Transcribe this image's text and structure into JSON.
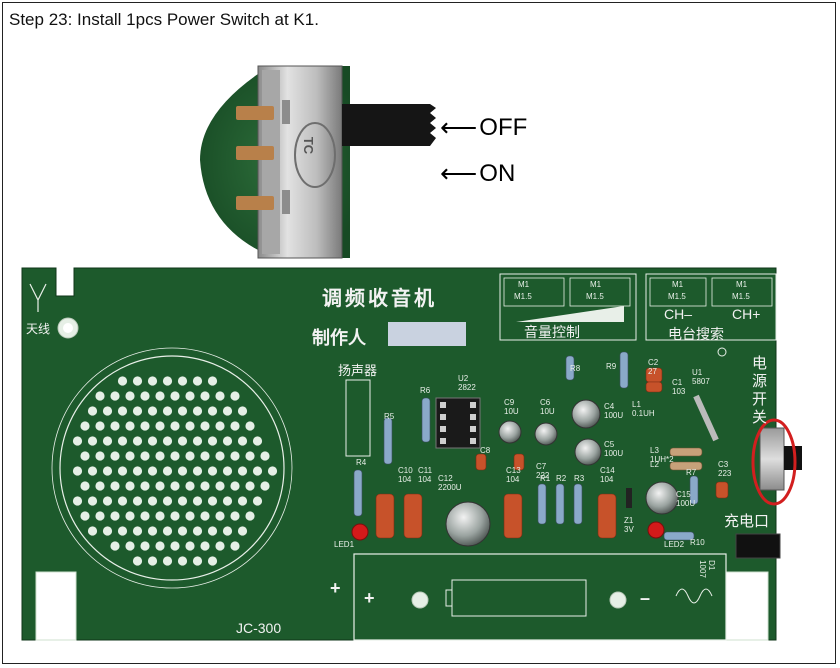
{
  "title": "Step 23: Install 1pcs Power Switch at K1.",
  "callouts": {
    "off": "OFF",
    "on": "ON"
  },
  "switch_body_text": "TC",
  "board": {
    "name": "调频收音机",
    "maker_label": "制作人",
    "antenna_label": "天线",
    "speaker_label": "扬声器",
    "volume_label": "音量控制",
    "tuning_label": "电台搜索",
    "ch_minus": "CH–",
    "ch_plus": "CH+",
    "power_switch_label": [
      "电",
      "源",
      "开",
      "关"
    ],
    "charge_port_label": "充电口",
    "model": "JC-300",
    "battery_plus": "+",
    "battery_plus2": "+",
    "battery_minus": "–",
    "m1_labels": [
      "M1",
      "M1",
      "M1",
      "M1"
    ],
    "m15_labels": [
      "M1.5",
      "M1.5",
      "M1.5",
      "M1.5"
    ],
    "components": [
      {
        "ref": "U2",
        "val": "2822"
      },
      {
        "ref": "R6",
        "val": ""
      },
      {
        "ref": "R5",
        "val": ""
      },
      {
        "ref": "R4",
        "val": ""
      },
      {
        "ref": "R8",
        "val": ""
      },
      {
        "ref": "R9",
        "val": ""
      },
      {
        "ref": "C2",
        "val": "27"
      },
      {
        "ref": "C1",
        "val": "103"
      },
      {
        "ref": "U1",
        "val": "5807"
      },
      {
        "ref": "L1",
        "val": "0.1UH"
      },
      {
        "ref": "C9",
        "val": "10U"
      },
      {
        "ref": "C6",
        "val": "10U"
      },
      {
        "ref": "C4",
        "val": "100U"
      },
      {
        "ref": "C5",
        "val": "100U"
      },
      {
        "ref": "C8",
        "val": ""
      },
      {
        "ref": "C7",
        "val": "222"
      },
      {
        "ref": "C10",
        "val": "104"
      },
      {
        "ref": "C11",
        "val": "104"
      },
      {
        "ref": "C12",
        "val": "2200U"
      },
      {
        "ref": "C13",
        "val": "104"
      },
      {
        "ref": "C14",
        "val": "104"
      },
      {
        "ref": "R1",
        "val": ""
      },
      {
        "ref": "R2",
        "val": ""
      },
      {
        "ref": "R3",
        "val": ""
      },
      {
        "ref": "L3",
        "val": "1UH*2"
      },
      {
        "ref": "L2",
        "val": ""
      },
      {
        "ref": "R7",
        "val": ""
      },
      {
        "ref": "C3",
        "val": "223"
      },
      {
        "ref": "C15",
        "val": "100U"
      },
      {
        "ref": "Z1",
        "val": "3V"
      },
      {
        "ref": "LED1",
        "val": ""
      },
      {
        "ref": "LED2",
        "val": ""
      },
      {
        "ref": "R10",
        "val": ""
      },
      {
        "ref": "D1",
        "val": "1007"
      }
    ]
  },
  "colors": {
    "pcb_green": "#1d5a2c",
    "pcb_dark": "#154422",
    "highlight_ring": "#d21f1f",
    "capacitor_orange": "#c7522a",
    "led_red": "#d31a1a"
  }
}
